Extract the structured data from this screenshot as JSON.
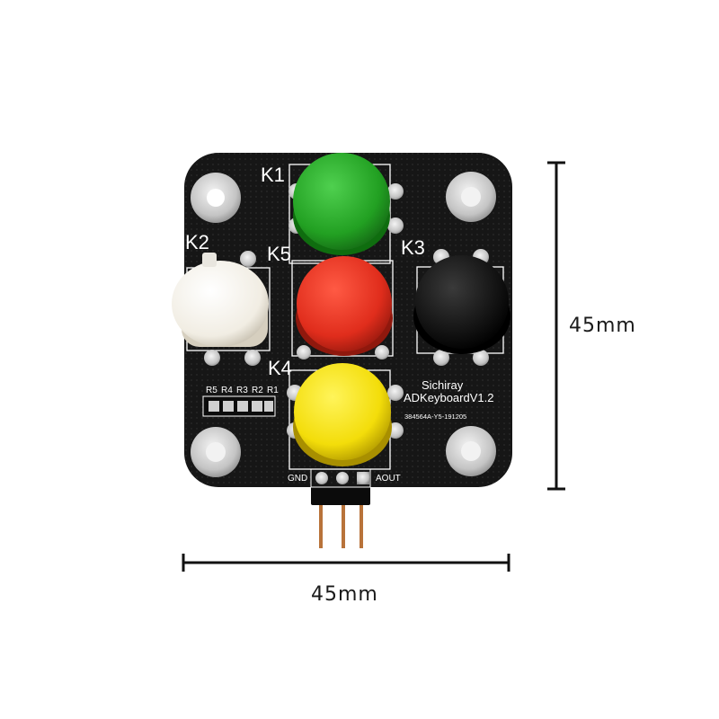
{
  "board": {
    "brand": "Sichiray",
    "model": "ADKeyboardV1.2",
    "serial": "384564A-Y5-191205",
    "resistors": [
      "R5",
      "R4",
      "R3",
      "R2",
      "R1"
    ],
    "pins": {
      "gnd": "GND",
      "aout": "AOUT"
    }
  },
  "keys": [
    {
      "label": "K1",
      "color": "#2db52d"
    },
    {
      "label": "K2",
      "color": "#f6f3ec"
    },
    {
      "label": "K3",
      "color": "#111111"
    },
    {
      "label": "K4",
      "color": "#f5e10a"
    },
    {
      "label": "K5",
      "color": "#e8301f"
    }
  ],
  "dimensions": {
    "width_label": "45mm",
    "height_label": "45mm"
  },
  "colors": {
    "pcb": "#161616",
    "silkscreen": "#ffffff",
    "pad_metal": "#c9c9c9"
  }
}
